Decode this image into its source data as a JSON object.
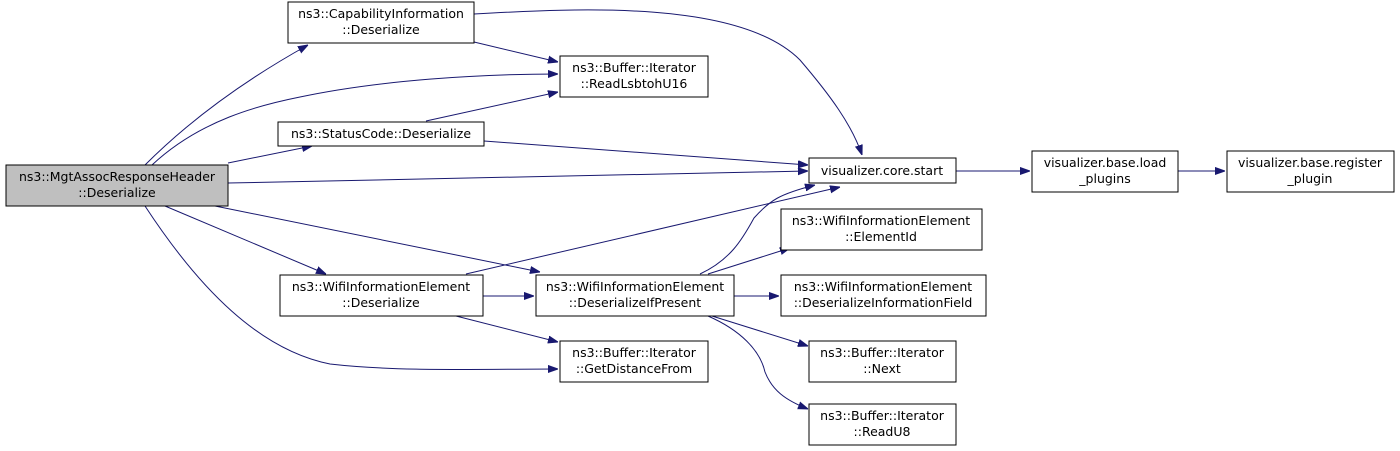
{
  "nodes": {
    "mgt_deserialize": {
      "lines": [
        "ns3::MgtAssocResponseHeader",
        "::Deserialize"
      ]
    },
    "cap_deserialize": {
      "lines": [
        "ns3::CapabilityInformation",
        "::Deserialize"
      ]
    },
    "read_lsbtoh_u16": {
      "lines": [
        "ns3::Buffer::Iterator",
        "::ReadLsbtohU16"
      ]
    },
    "status_deserialize": {
      "lines": [
        "ns3::StatusCode::Deserialize"
      ]
    },
    "vis_core_start": {
      "lines": [
        "visualizer.core.start"
      ]
    },
    "vis_base_load_plugins": {
      "lines": [
        "visualizer.base.load",
        "_plugins"
      ]
    },
    "vis_base_register_plugin": {
      "lines": [
        "visualizer.base.register",
        "_plugin"
      ]
    },
    "wie_element_id": {
      "lines": [
        "ns3::WifiInformationElement",
        "::ElementId"
      ]
    },
    "wie_deserialize": {
      "lines": [
        "ns3::WifiInformationElement",
        "::Deserialize"
      ]
    },
    "wie_deserialize_if_present": {
      "lines": [
        "ns3::WifiInformationElement",
        "::DeserializeIfPresent"
      ]
    },
    "wie_deserialize_info_field": {
      "lines": [
        "ns3::WifiInformationElement",
        "::DeserializeInformationField"
      ]
    },
    "get_distance_from": {
      "lines": [
        "ns3::Buffer::Iterator",
        "::GetDistanceFrom"
      ]
    },
    "iter_next": {
      "lines": [
        "ns3::Buffer::Iterator",
        "::Next"
      ]
    },
    "read_u8": {
      "lines": [
        "ns3::Buffer::Iterator",
        "::ReadU8"
      ]
    }
  },
  "edges": [
    {
      "from": "mgt_deserialize",
      "to": "cap_deserialize"
    },
    {
      "from": "mgt_deserialize",
      "to": "read_lsbtoh_u16"
    },
    {
      "from": "mgt_deserialize",
      "to": "status_deserialize"
    },
    {
      "from": "mgt_deserialize",
      "to": "vis_core_start"
    },
    {
      "from": "mgt_deserialize",
      "to": "wie_deserialize"
    },
    {
      "from": "mgt_deserialize",
      "to": "wie_deserialize_if_present"
    },
    {
      "from": "mgt_deserialize",
      "to": "get_distance_from"
    },
    {
      "from": "cap_deserialize",
      "to": "read_lsbtoh_u16"
    },
    {
      "from": "cap_deserialize",
      "to": "vis_core_start"
    },
    {
      "from": "status_deserialize",
      "to": "read_lsbtoh_u16"
    },
    {
      "from": "status_deserialize",
      "to": "vis_core_start"
    },
    {
      "from": "vis_core_start",
      "to": "vis_base_load_plugins"
    },
    {
      "from": "vis_base_load_plugins",
      "to": "vis_base_register_plugin"
    },
    {
      "from": "wie_deserialize",
      "to": "vis_core_start"
    },
    {
      "from": "wie_deserialize",
      "to": "wie_deserialize_if_present"
    },
    {
      "from": "wie_deserialize",
      "to": "get_distance_from"
    },
    {
      "from": "wie_deserialize_if_present",
      "to": "vis_core_start"
    },
    {
      "from": "wie_deserialize_if_present",
      "to": "wie_element_id"
    },
    {
      "from": "wie_deserialize_if_present",
      "to": "wie_deserialize_info_field"
    },
    {
      "from": "wie_deserialize_if_present",
      "to": "iter_next"
    },
    {
      "from": "wie_deserialize_if_present",
      "to": "read_u8"
    }
  ],
  "colors": {
    "edge": "#191970",
    "root_fill": "#bfbfbf",
    "node_fill": "#ffffff",
    "node_border": "#000000"
  }
}
